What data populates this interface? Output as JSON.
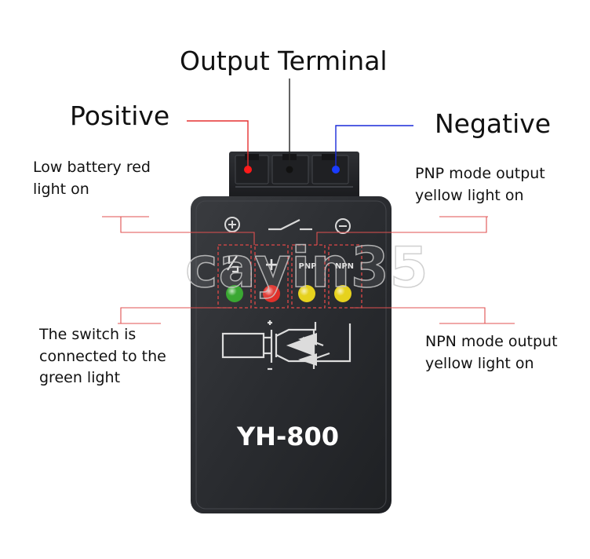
{
  "titles": {
    "output_terminal": "Output Terminal",
    "positive": "Positive",
    "negative": "Negative"
  },
  "callouts": {
    "low_battery": [
      "Low battery red",
      "light on"
    ],
    "pnp_mode": [
      "PNP mode output",
      "yellow light on"
    ],
    "switch_green": [
      "The switch is",
      "connected to the",
      "green light"
    ],
    "npn_mode": [
      "NPN mode output",
      "yellow light on"
    ]
  },
  "device": {
    "model": "YH-800",
    "panel_labels": [
      "½",
      "+",
      "PNP",
      "NPN"
    ],
    "top_symbols": {
      "plus": "+",
      "minus": "−"
    },
    "led_colors": [
      "#3aa832",
      "#e0302a",
      "#e6d21e",
      "#e6d21e"
    ]
  },
  "colors": {
    "positive_line": "#e53030",
    "negative_line": "#1a2ad8",
    "leader_red": "#e05050",
    "terminal_line": "#222222"
  },
  "watermark": "cayin35"
}
